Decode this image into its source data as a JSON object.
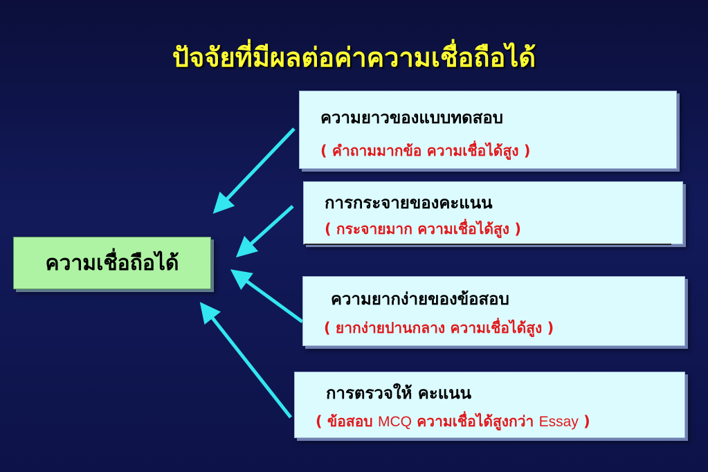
{
  "title": "ปัจจัยที่มีผลต่อค่าความเชื่อถือได้",
  "center_node": {
    "label": "ความเชื่อถือได้"
  },
  "factors": [
    {
      "head": "ความยาวของแบบทดสอบ",
      "sub_parts": [
        "( คำถามมากข้อ   ความเชื่อได้สูง )"
      ]
    },
    {
      "head": "การกระจายของคะแนน",
      "sub_parts": [
        "( กระจายมาก   ความเชื่อได้สูง )"
      ]
    },
    {
      "head": "ความยากง่ายของข้อสอบ",
      "sub_parts": [
        "( ยากง่ายปานกลาง   ความเชื่อได้สูง )"
      ]
    },
    {
      "head": "การตรวจให้ คะแนน",
      "sub_parts": [
        "( ข้อสอบ ",
        "MCQ",
        "  ความเชื่อได้สูงกว่า ",
        "Essay",
        " )"
      ]
    }
  ],
  "colors": {
    "title": "#ffff33",
    "box_fill": "#dcfbff",
    "center_fill": "#aef3a3",
    "sub_text": "#e0181b",
    "arrow": "#33e6f0"
  }
}
